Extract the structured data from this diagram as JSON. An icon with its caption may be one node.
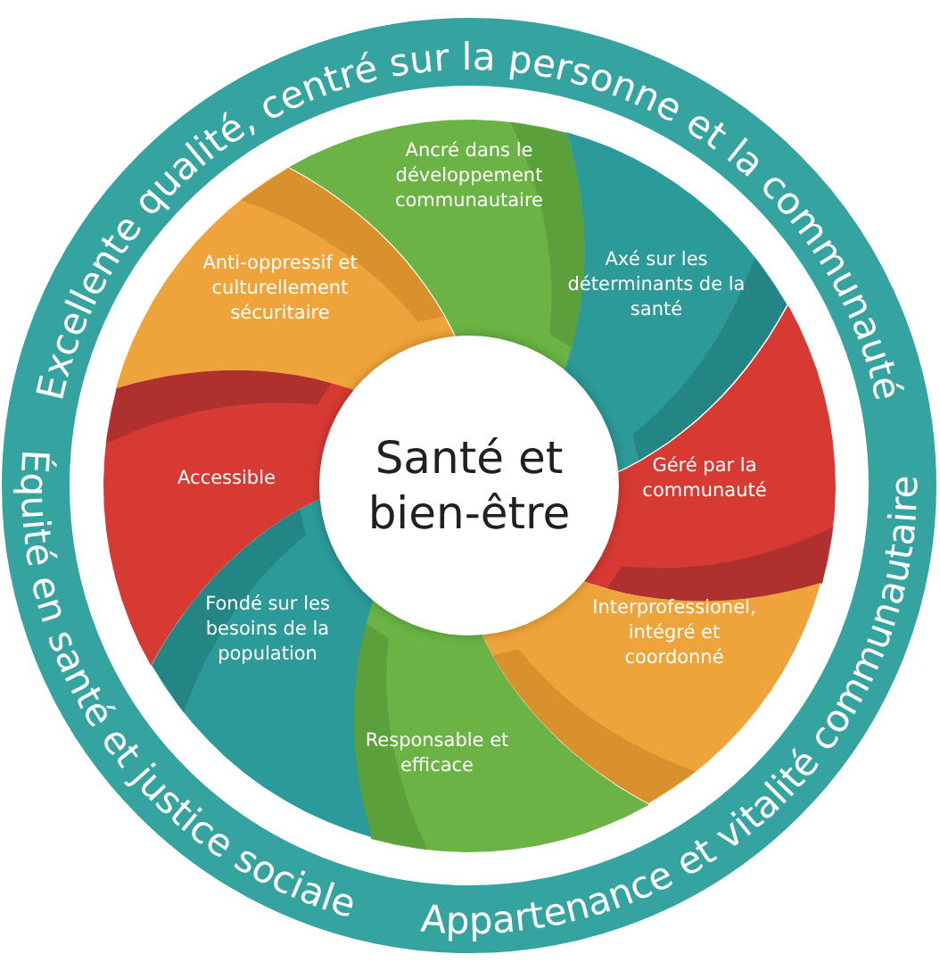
{
  "diagram": {
    "nodes": [
      {
        "text": [
          "Excellente qualité, centré sur la personne et la communauté",
          "Équité en santé et justice sociale",
          "Appartenance et vitalité communautaire"
        ]
      },
      {
        "text": [
          "Santé et bien-être"
        ],
        "in": 0
      },
      {
        "text": [
          "Ancré dans le développement communautaire"
        ],
        "in": 0
      },
      {
        "text": [
          "Axé sur les déterminants de la santé"
        ],
        "in": 0
      },
      {
        "text": [
          "Géré par la communauté"
        ],
        "in": 0
      },
      {
        "text": [
          "Interprofessionel, intégré et coordonné"
        ],
        "in": 0
      },
      {
        "text": [
          "Responsable et efficace"
        ],
        "in": 0
      },
      {
        "text": [
          "Fondé sur les besoins de la population"
        ],
        "in": 0
      },
      {
        "text": [
          "Accessible"
        ],
        "in": 0
      },
      {
        "text": [
          "Anti-oppressif et culturellement sécuritaire"
        ],
        "in": 0
      }
    ]
  }
}
